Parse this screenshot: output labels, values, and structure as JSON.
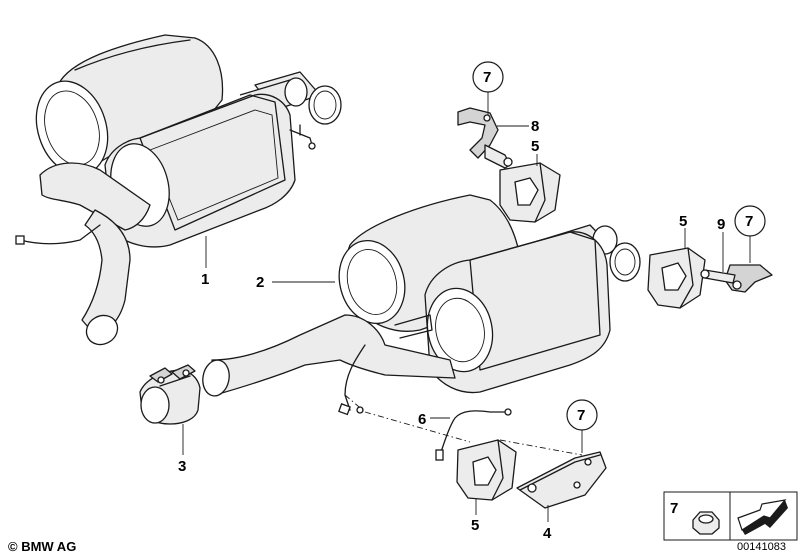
{
  "callouts": {
    "c1": "1",
    "c2": "2",
    "c3": "3",
    "c4": "4",
    "c5a": "5",
    "c5b": "5",
    "c5c": "5",
    "c6": "6",
    "c7a": "7",
    "c7b": "7",
    "c7c": "7",
    "c8": "8",
    "c9": "9"
  },
  "legend": {
    "nut_number": "7"
  },
  "footer": {
    "copyright": "© BMW AG",
    "doc_number": "00141083"
  }
}
